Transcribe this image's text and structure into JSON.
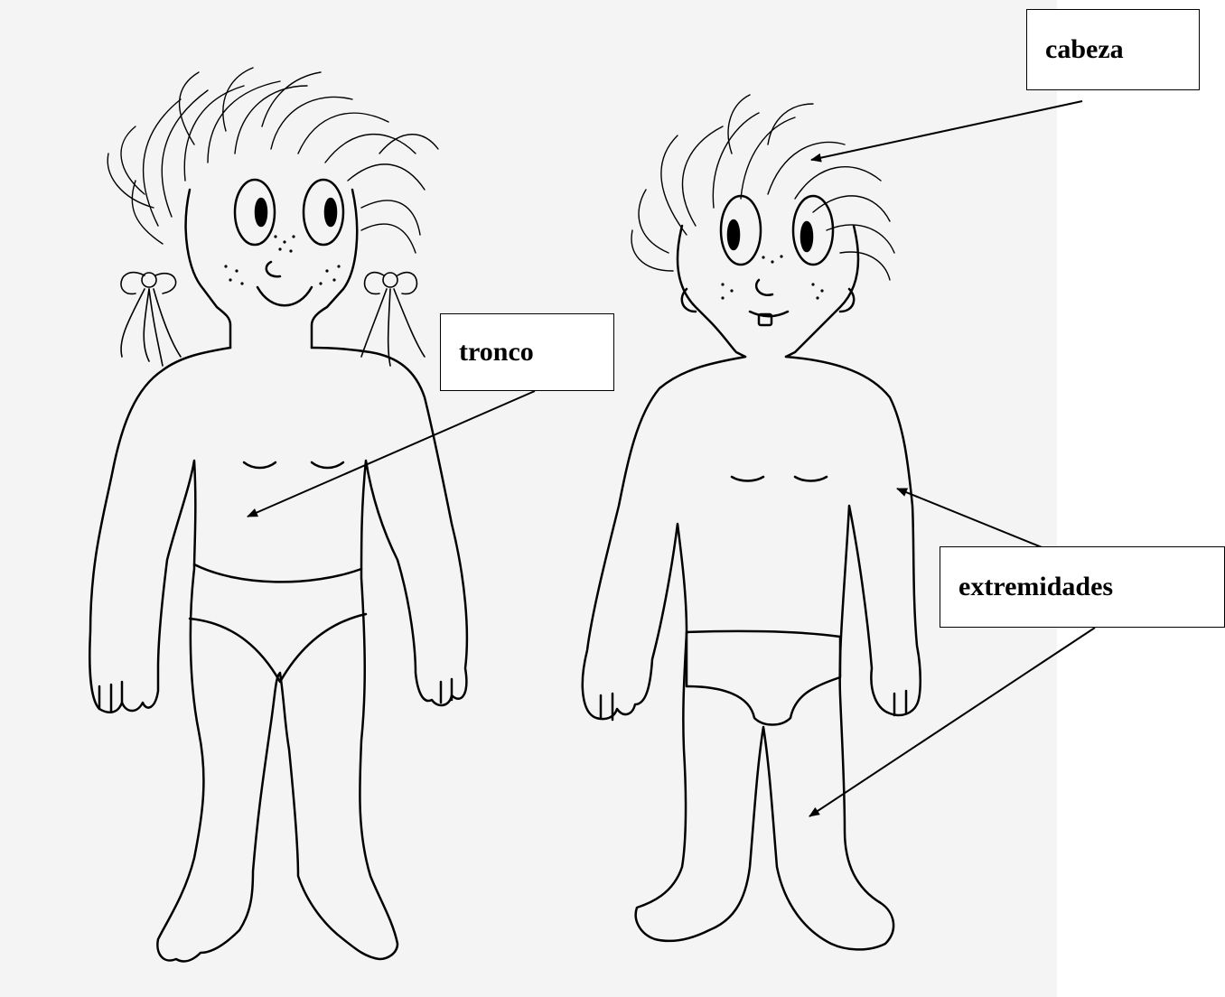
{
  "labels": {
    "head": "cabeza",
    "trunk": "tronco",
    "limbs": "extremidades"
  },
  "colors": {
    "ink": "#000000",
    "paper": "#f4f4f4",
    "box_fill": "#ffffff"
  }
}
